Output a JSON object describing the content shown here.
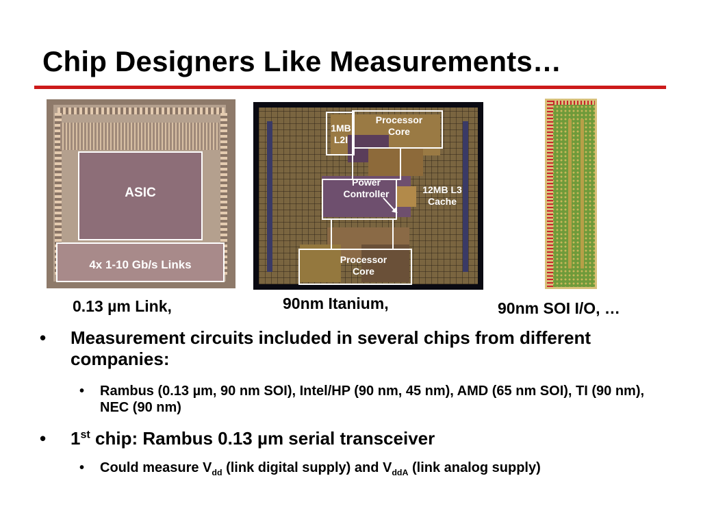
{
  "slide": {
    "title": "Chip Designers Like Measurements…",
    "accent_color": "#cc1a1a"
  },
  "figures": {
    "chip1": {
      "asic_label": "ASIC",
      "links_label": "4x 1-10 Gb/s Links",
      "caption": "0.13 µm Link,"
    },
    "chip2": {
      "l2_label_line1": "1MB",
      "l2_label_line2": "L2I",
      "core_top_line1": "Processor",
      "core_top_line2": "Core",
      "power_line1": "Power",
      "power_line2": "Controller",
      "l3_line1": "12MB L3",
      "l3_line2": "Cache",
      "core_bottom_line1": "Processor",
      "core_bottom_line2": "Core",
      "caption": "90nm Itanium,"
    },
    "chip3": {
      "caption": "90nm SOI I/O, …"
    }
  },
  "bullets": [
    {
      "marker": "•",
      "text": "Measurement circuits included in several chips from different companies:"
    },
    {
      "marker": "•",
      "text": "Rambus (0.13 µm, 90 nm SOI), Intel/HP (90 nm, 45 nm), AMD (65 nm SOI), TI (90 nm), NEC (90 nm)"
    },
    {
      "marker": "•",
      "text_prefix": "1",
      "text_sup": "st",
      "text_rest": " chip: Rambus 0.13 µm serial transceiver"
    },
    {
      "marker": "•",
      "text_part1": "Could measure V",
      "sub1": "dd",
      "text_part2": " (link digital supply) and V",
      "sub2": "ddA",
      "text_part3": " (link analog supply)"
    }
  ]
}
